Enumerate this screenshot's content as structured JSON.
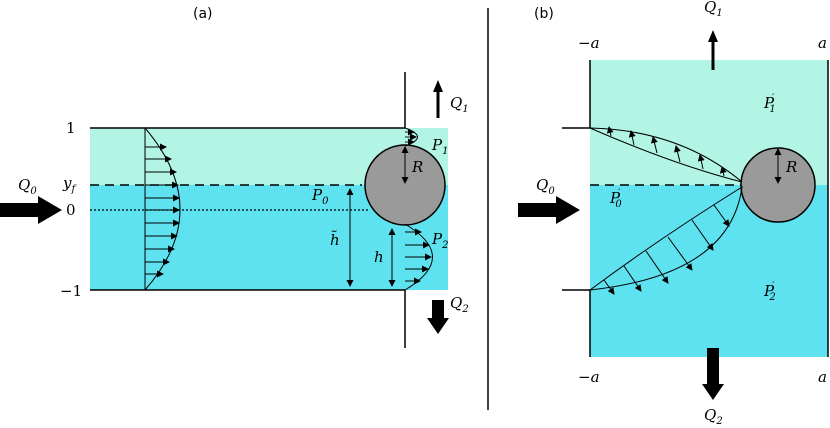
{
  "colors": {
    "upper_fluid": "#b2f5e4",
    "lower_fluid": "#5fe2ef",
    "cylinder": "#9a9a9a",
    "ink": "#000000"
  },
  "panel_a": {
    "tag": "(a)",
    "tick_top": "1",
    "tick_interface": "y",
    "tick_interface_sub": "f",
    "tick_zero": "0",
    "tick_bottom": "−1",
    "inflow": {
      "symbol": "Q",
      "sub": "0"
    },
    "outflow_top": {
      "symbol": "Q",
      "sub": "1"
    },
    "outflow_bottom": {
      "symbol": "Q",
      "sub": "2"
    },
    "pressure_inlet": {
      "symbol": "P",
      "sub": "0"
    },
    "pressure_top": {
      "symbol": "P",
      "sub": "1"
    },
    "pressure_bottom": {
      "symbol": "P",
      "sub": "2"
    },
    "radius": "R",
    "h_tilde": "h̃",
    "h": "h"
  },
  "panel_b": {
    "tag": "(b)",
    "x_left_top": "−a",
    "x_right_top": "a",
    "x_left_bottom": "−a",
    "x_right_bottom": "a",
    "inflow": {
      "symbol": "Q",
      "sub": "0"
    },
    "outflow_top": {
      "symbol": "Q",
      "sub": "1"
    },
    "outflow_bottom": {
      "symbol": "Q",
      "sub": "2"
    },
    "pressure_inlet": {
      "symbol": "P",
      "sub": "0"
    },
    "pressure_top": {
      "symbol": "P",
      "sub": "1"
    },
    "pressure_bottom": {
      "symbol": "P",
      "sub": "2"
    },
    "radius": "R"
  }
}
